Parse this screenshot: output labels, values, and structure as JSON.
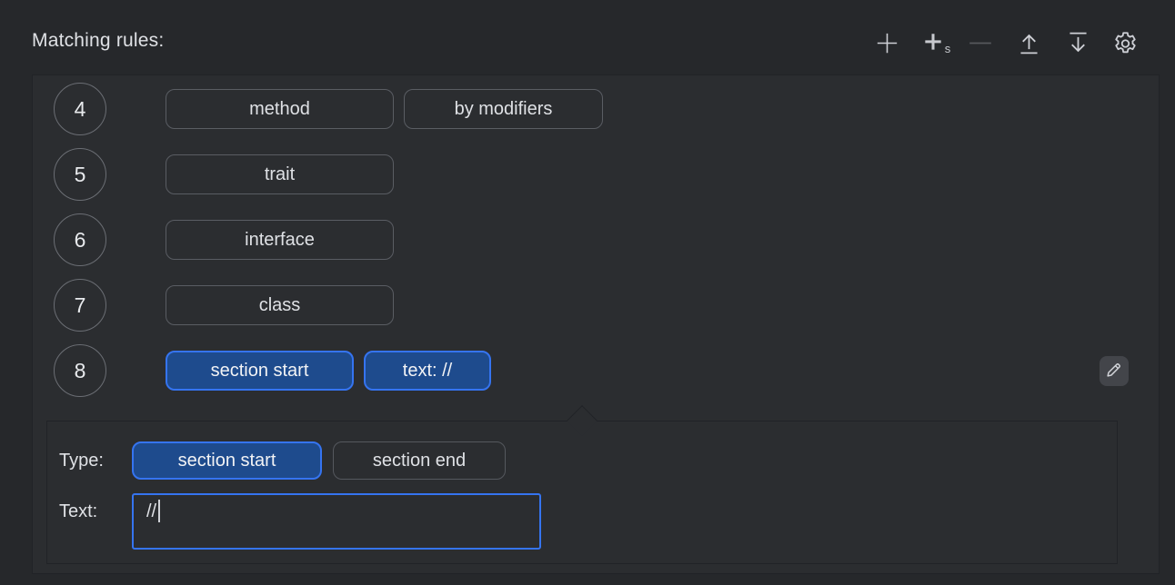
{
  "header": {
    "title": "Matching rules:"
  },
  "toolbar": {
    "items": [
      {
        "name": "add-icon",
        "disabled": false
      },
      {
        "name": "add-section-icon",
        "subscript": "s",
        "disabled": false
      },
      {
        "name": "remove-icon",
        "disabled": true
      },
      {
        "name": "move-up-icon",
        "disabled": false
      },
      {
        "name": "move-down-icon",
        "disabled": false
      },
      {
        "name": "settings-icon",
        "disabled": false
      }
    ]
  },
  "rules": [
    {
      "index": "4",
      "chips": [
        {
          "label": "method",
          "selected": false
        },
        {
          "label": "by modifiers",
          "selected": false
        }
      ]
    },
    {
      "index": "5",
      "chips": [
        {
          "label": "trait",
          "selected": false
        }
      ]
    },
    {
      "index": "6",
      "chips": [
        {
          "label": "interface",
          "selected": false
        }
      ]
    },
    {
      "index": "7",
      "chips": [
        {
          "label": "class",
          "selected": false
        }
      ]
    },
    {
      "index": "8",
      "chips": [
        {
          "label": "section start",
          "selected": true
        },
        {
          "label": "text: //",
          "selected": true
        }
      ]
    }
  ],
  "editor": {
    "type_label": "Type:",
    "type_options": [
      {
        "label": "section start",
        "selected": true
      },
      {
        "label": "section end",
        "selected": false
      }
    ],
    "text_label": "Text:",
    "text_value": "//"
  },
  "colors": {
    "page_bg": "#26282b",
    "panel_bg": "#2b2d30",
    "accent_blue": "#3574f0",
    "selected_chip_bg": "#1e4b8d",
    "text": "#dfe1e5",
    "icon": "#ced0d6",
    "disabled_icon": "#56585d"
  }
}
